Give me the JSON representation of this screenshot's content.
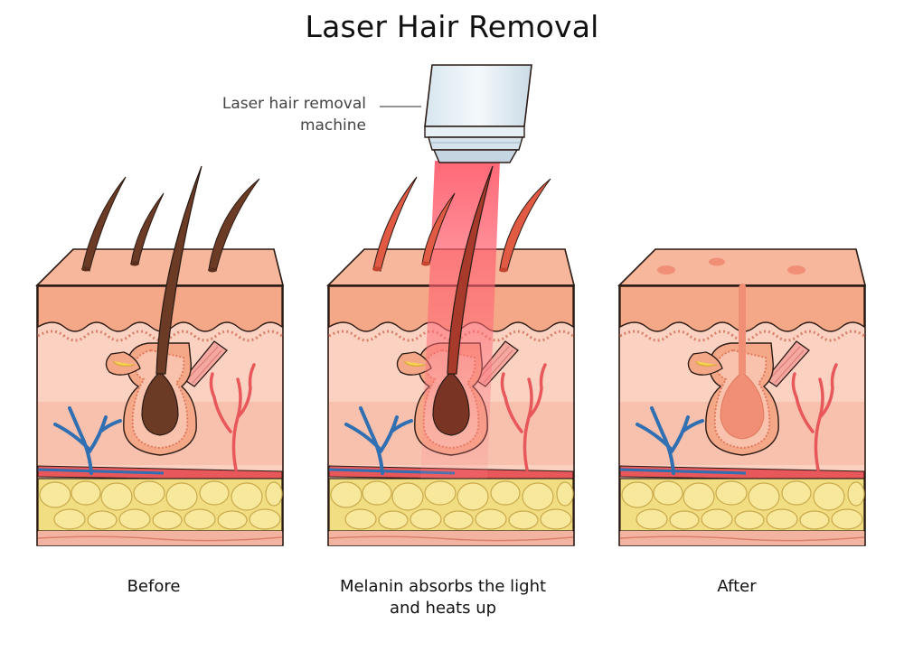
{
  "title": "Laser Hair Removal",
  "machine_label": {
    "line1": "Laser hair removal",
    "line2": "machine"
  },
  "panels": [
    {
      "caption": "Before"
    },
    {
      "caption_line1": "Melanin absorbs the light",
      "caption_line2": "and heats up"
    },
    {
      "caption": "After"
    }
  ],
  "colors": {
    "skin_top": "#f7b79c",
    "epidermis": "#f5a888",
    "dermis": "#fbd2c2",
    "outline": "#2a1a14",
    "hair_before": "#6b3b26",
    "hair_heated": "#e05a44",
    "laser": "#ff5c6a",
    "fat": "#f2de82",
    "vein": "#2f6fb2",
    "artery": "#e8575a"
  }
}
